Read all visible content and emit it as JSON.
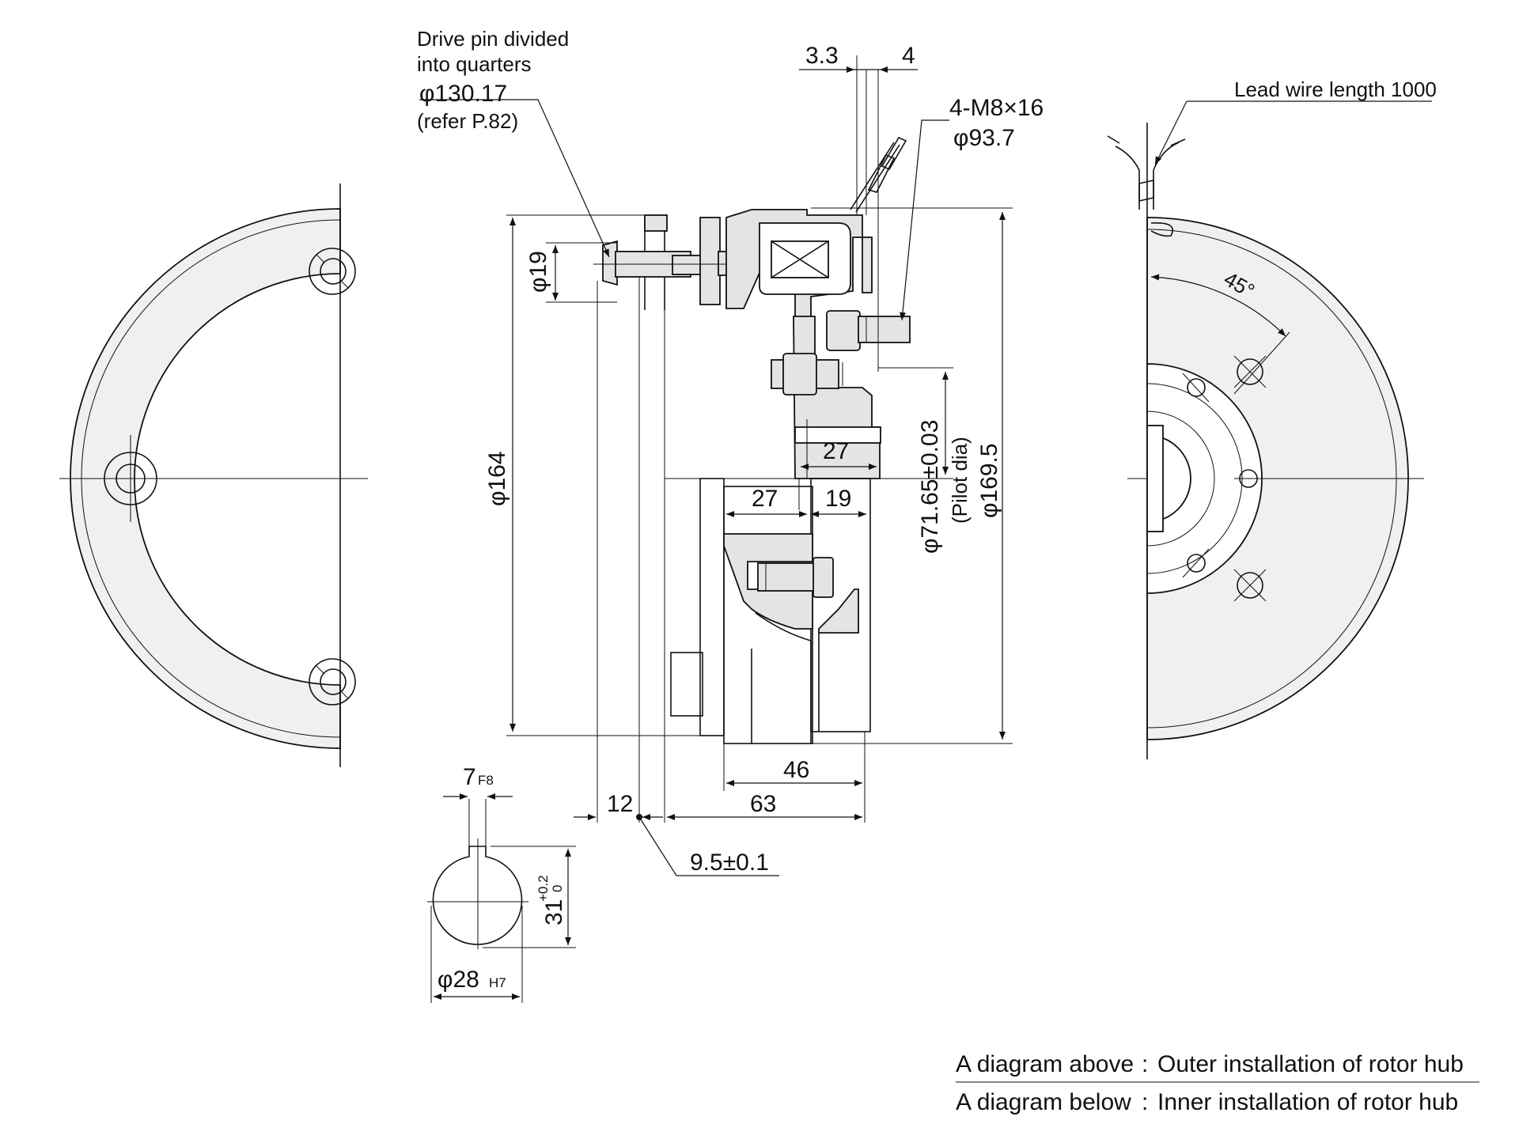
{
  "labels": {
    "drive_pin_line1": "Drive pin divided",
    "drive_pin_line2": "into quarters",
    "drive_pin_dia": "φ130.17",
    "drive_pin_ref": "(refer P.82)",
    "dim_3_3": "3.3",
    "dim_4": "4",
    "bolt_spec": "4-M8×16",
    "bolt_pcd": "φ93.7",
    "lead_wire": "Lead wire length 1000",
    "dim_phi19": "φ19",
    "dim_phi164": "φ164",
    "dim_27_top": "27",
    "dim_27_bottom": "27",
    "dim_19": "19",
    "pilot_dim": "φ71.65±0.03",
    "pilot_note": "(Pilot dia)",
    "dim_phi169_5": "φ169.5",
    "dim_46": "46",
    "dim_12": "12",
    "dim_63": "63",
    "dim_9_5": "9.5±0.1",
    "angle_45": "45°",
    "key_width": "7",
    "key_width_tol": "F8",
    "key_depth": "31",
    "key_depth_tol_upper": "+0.2",
    "key_depth_tol_lower": "0",
    "bore_dia": "φ28",
    "bore_tol": "H7"
  },
  "legend": [
    {
      "key": "A diagram above",
      "sep": ":",
      "desc": "Outer installation of rotor hub"
    },
    {
      "key": "A diagram below",
      "sep": ":",
      "desc": "Inner installation of rotor hub"
    }
  ],
  "colors": {
    "line": "#111111",
    "part_fill": "#e4e4e4",
    "background": "#ffffff"
  }
}
